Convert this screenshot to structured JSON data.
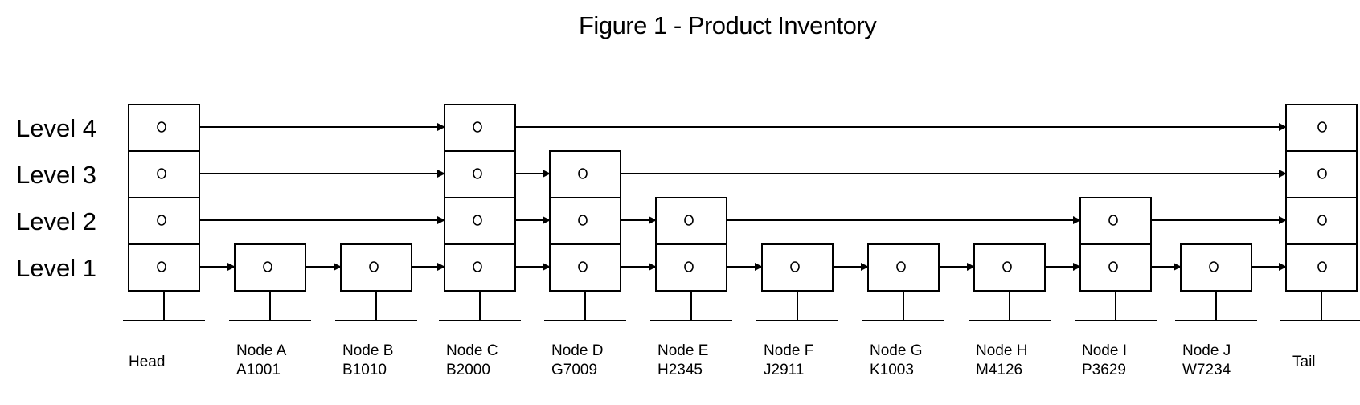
{
  "title": "Figure 1 - Product Inventory",
  "colors": {
    "stroke": "#000000",
    "background": "#ffffff"
  },
  "levels": [
    "Level 1",
    "Level 2",
    "Level 3",
    "Level 4"
  ],
  "nodes": [
    {
      "id": "head",
      "name": "Head",
      "code": "",
      "height": 4
    },
    {
      "id": "a",
      "name": "Node A",
      "code": "A1001",
      "height": 1
    },
    {
      "id": "b",
      "name": "Node B",
      "code": "B1010",
      "height": 1
    },
    {
      "id": "c",
      "name": "Node C",
      "code": "B2000",
      "height": 4
    },
    {
      "id": "d",
      "name": "Node D",
      "code": "G7009",
      "height": 3
    },
    {
      "id": "e",
      "name": "Node E",
      "code": "H2345",
      "height": 2
    },
    {
      "id": "f",
      "name": "Node F",
      "code": "J2911",
      "height": 1
    },
    {
      "id": "g",
      "name": "Node G",
      "code": "K1003",
      "height": 1
    },
    {
      "id": "h",
      "name": "Node H",
      "code": "M4126",
      "height": 1
    },
    {
      "id": "i",
      "name": "Node I",
      "code": "P3629",
      "height": 2
    },
    {
      "id": "j",
      "name": "Node J",
      "code": "W7234",
      "height": 1
    },
    {
      "id": "tail",
      "name": "Tail",
      "code": "",
      "height": 4
    }
  ]
}
